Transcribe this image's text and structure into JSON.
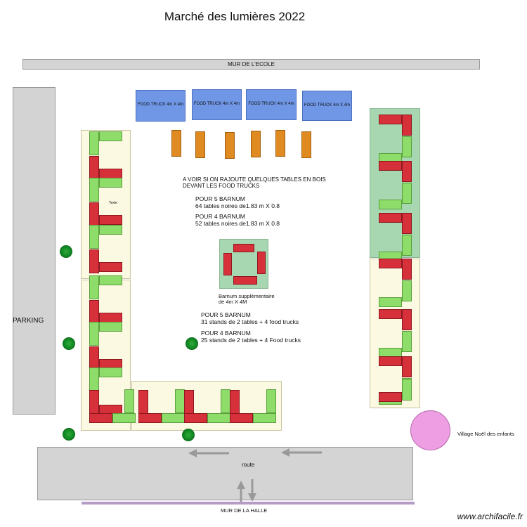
{
  "title": "Marché des lumières 2022",
  "walls": {
    "ecole": "MUR DE L'ECOLE",
    "halle": "MUR DE LA HALLE",
    "parking": "PARKING",
    "route": "route"
  },
  "food_trucks": [
    "FOOD TRUCK 4m X 4m",
    "FOOD TRUCK 4m X 4m",
    "FOOD TRUCK 4m X 4m",
    "FOOD TRUCK 4m X 4m"
  ],
  "notes": {
    "bois_line1": "A VOIR SI ON RAJOUTE QUELQUES TABLES EN BOIS",
    "bois_line2": "DEVANT LES FOOD TRUCKS",
    "tables5_title": "POUR 5 BARNUM",
    "tables5_detail": "64 tables noires de1.83 m X 0.8",
    "tables4_title": "POUR 4 BARNUM",
    "tables4_detail": "52 tables noires de1.83 m X 0.8",
    "stands5_title": "POUR 5 BARNUM",
    "stands5_detail": "31 stands de 2 tables + 4 food trucks",
    "stands4_title": "POUR 4 BARNUM",
    "stands4_detail": "25 stands de 2 tables + 4 Food trucks",
    "barnum_line1": "Barnum supplémentaire",
    "barnum_line2": "de 4m X 4M",
    "texte": "Texte"
  },
  "village": "Village Noël des enfants",
  "watermark": "www.archifacile.fr",
  "colors": {
    "table_red": "#d6303a",
    "table_green": "#8edc6a",
    "food_truck_blue": "#6f97e6",
    "orange_table": "#e08a22",
    "barnum_green": "#a7d7b0",
    "barnum_cream": "#fcf9e3",
    "village_pink": "#ee9ee2"
  },
  "icons": [
    "tree-icon",
    "arrow-left-icon",
    "arrow-up-icon",
    "arrow-down-icon"
  ]
}
